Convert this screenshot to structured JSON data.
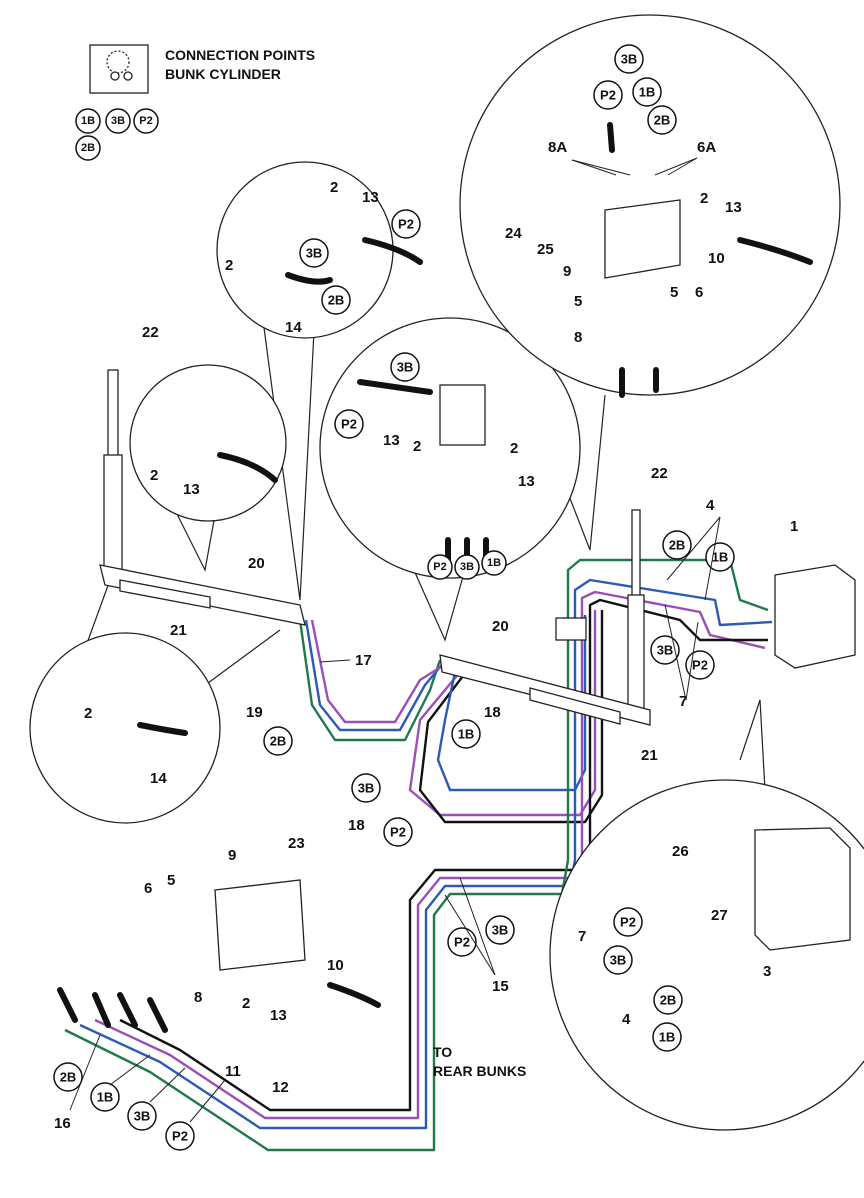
{
  "title_lines": [
    "CONNECTION POINTS",
    "BUNK CYLINDER"
  ],
  "destination_lines": [
    "TO",
    "REAR BUNKS"
  ],
  "colors": {
    "line_2B": "#1e7a4a",
    "line_1B": "#2b5bb5",
    "line_3B": "#9a4fb8",
    "line_P2": "#111111",
    "outline": "#222222"
  },
  "ids": {
    "1B": "1B",
    "2B": "2B",
    "3B": "3B",
    "P2": "P2"
  },
  "numbers": {
    "n1": "1",
    "n2": "2",
    "n3": "3",
    "n4": "4",
    "n5": "5",
    "n6": "6",
    "n6A": "6A",
    "n7": "7",
    "n8": "8",
    "n8A": "8A",
    "n9": "9",
    "n10": "10",
    "n11": "11",
    "n12": "12",
    "n13": "13",
    "n14": "14",
    "n15": "15",
    "n16": "16",
    "n17": "17",
    "n18": "18",
    "n19": "19",
    "n20": "20",
    "n21": "21",
    "n22": "22",
    "n23": "23",
    "n24": "24",
    "n25": "25",
    "n26": "26",
    "n27": "27"
  }
}
